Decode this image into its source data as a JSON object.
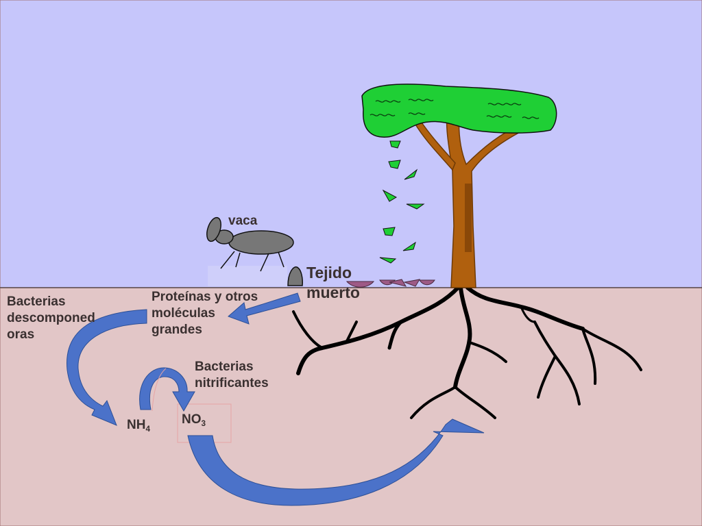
{
  "labels": {
    "cow": "vaca",
    "dead_tissue_line1": "Tejido",
    "dead_tissue_line2": "muerto",
    "proteins_line1": "Proteínas y otros",
    "proteins_line2": "moléculas",
    "proteins_line3": "grandes",
    "decomposers_line1": "Bacterias",
    "decomposers_line2": "descomponed",
    "decomposers_line3": "oras",
    "nitrifiers_line1": "Bacterias",
    "nitrifiers_line2": "nitrificantes",
    "ammonium_base": "NH",
    "ammonium_sub": "4",
    "nitrate_base": "NO",
    "nitrate_sub": "3"
  },
  "colors": {
    "sky": "#c6c6fb",
    "soil": "#e2c6c7",
    "arrow_blue": "#4b72c9",
    "foliage": "#1fcf35",
    "trunk": "#b0600e",
    "roots": "#000000",
    "cow": "#777777",
    "dead_leaves": "#9d5a86"
  }
}
